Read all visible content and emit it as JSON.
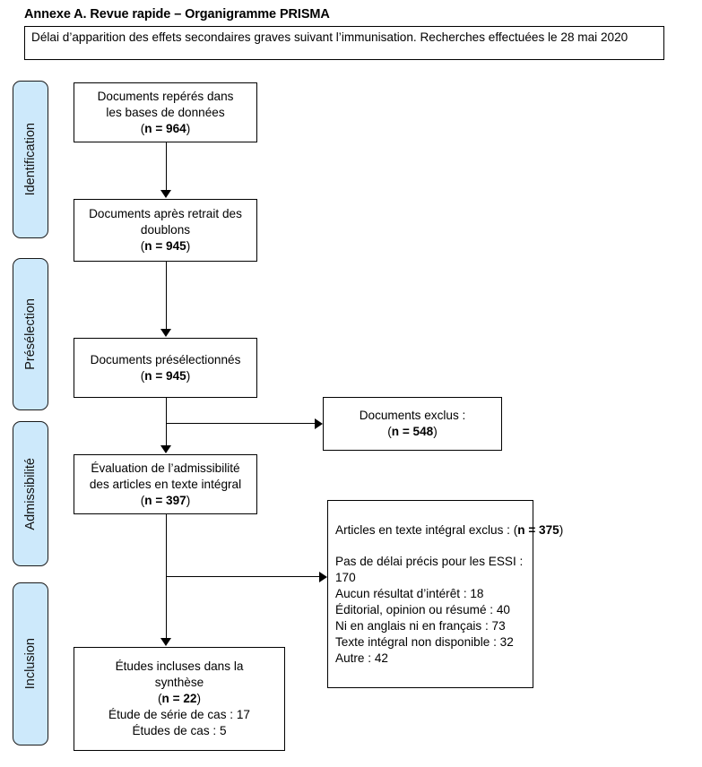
{
  "document": {
    "title": "Annexe A. Revue rapide – Organigramme PRISMA",
    "subtitle": "Délai d’apparition des effets secondaires graves suivant l’immunisation. Recherches effectuées le 28 mai 2020"
  },
  "phases": [
    {
      "label": "Identification"
    },
    {
      "label": "Présélection"
    },
    {
      "label": "Admissibilité"
    },
    {
      "label": "Inclusion"
    }
  ],
  "flow": {
    "records_identified": {
      "line1": "Documents repérés dans",
      "line2": "les bases de données",
      "n_open": "(",
      "n_value": "n = 964",
      "n_close": ")"
    },
    "records_deduplicated": {
      "line1": "Documents après retrait des",
      "line2": "doublons",
      "n_open": "(",
      "n_value": "n = 945",
      "n_close": ")"
    },
    "records_screened": {
      "line1": "Documents présélectionnés",
      "n_open": "(",
      "n_value": "n = 945",
      "n_close": ")"
    },
    "records_excluded": {
      "line1": "Documents exclus :",
      "n_open": "(",
      "n_value": "n = 548",
      "n_close": ")"
    },
    "fulltext_assessed": {
      "line1": "Évaluation de l’admissibilité",
      "line2": "des articles en texte intégral",
      "n_open": "(",
      "n_value": "n = 397",
      "n_close": ")"
    },
    "fulltext_excluded": {
      "line1": "Articles en texte intégral exclus :",
      "n_open": "(",
      "n_value": "n = 375",
      "n_close": ")",
      "reasons": [
        "Pas de délai précis pour les ESSI :",
        "170",
        "Aucun résultat d’intérêt : 18",
        "Éditorial, opinion ou résumé : 40",
        "Ni en anglais ni en français : 73",
        "Texte intégral non disponible : 32",
        "Autre : 42"
      ]
    },
    "studies_included": {
      "line1": "Études incluses dans la",
      "line2": "synthèse",
      "n_open": "(",
      "n_value": "n = 22",
      "n_close": ")",
      "line3": "Étude de série de cas : 17",
      "line4": "Études de cas : 5"
    }
  },
  "colors": {
    "phase_bar_fill": "#cde9fb",
    "box_border": "#000000",
    "text": "#000000"
  }
}
